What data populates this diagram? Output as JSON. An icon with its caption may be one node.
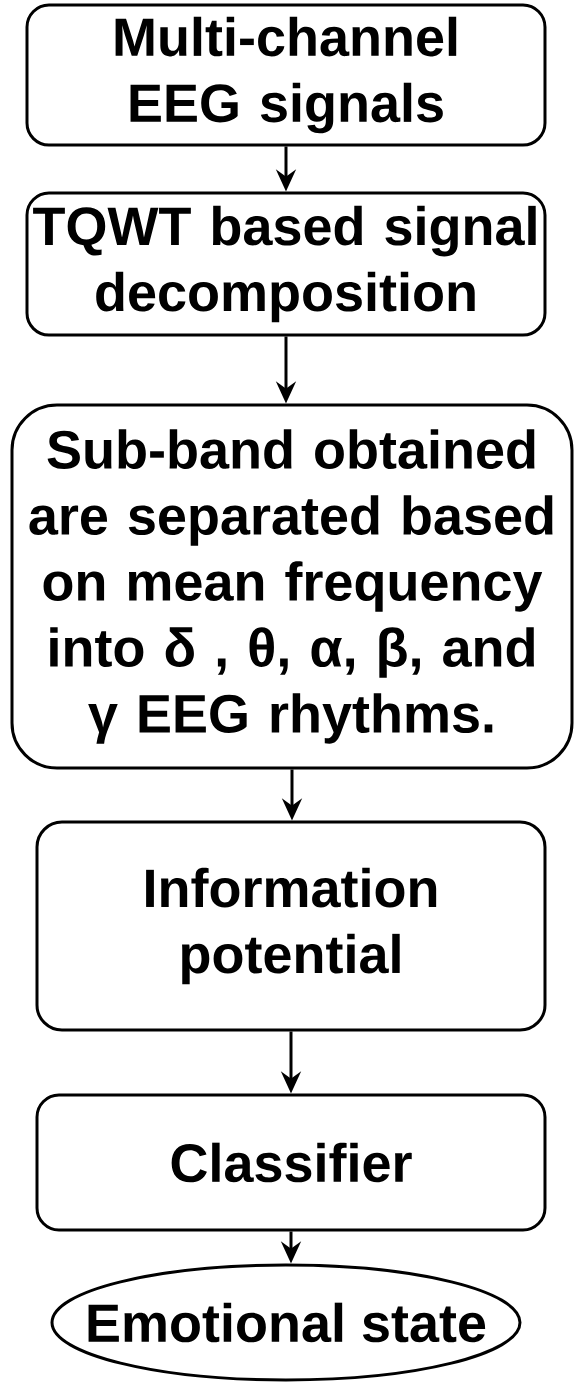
{
  "diagram": {
    "nodes": [
      {
        "text": [
          "Multi-channel EEG signals"
        ]
      },
      {
        "text": [
          "TQWT based signal decomposition"
        ]
      },
      {
        "text": [
          "Sub-band obtained are separated based on mean frequency into δ , θ, α, β, and γ EEG rhythms."
        ]
      },
      {
        "text": [
          "Information potential"
        ]
      },
      {
        "text": [
          "Classifier"
        ]
      },
      {
        "text": [
          "Emotional state"
        ]
      }
    ],
    "edges": [
      {
        "from": 0,
        "to": 1,
        "arrow": "to"
      },
      {
        "from": 1,
        "to": 2,
        "arrow": "to"
      },
      {
        "from": 2,
        "to": 3,
        "arrow": "to"
      },
      {
        "from": 3,
        "to": 4,
        "arrow": "to"
      },
      {
        "from": 4,
        "to": 5,
        "arrow": "to"
      }
    ]
  }
}
